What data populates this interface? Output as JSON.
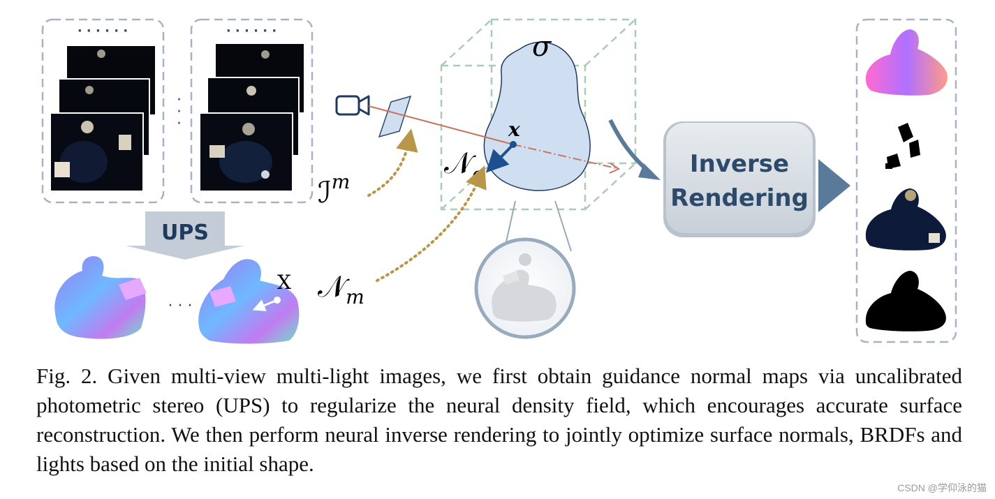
{
  "figure": {
    "ups_label": "UPS",
    "inverse_rendering_line1": "Inverse",
    "inverse_rendering_line2": "Rendering",
    "sigma": "σ",
    "x_point": "x",
    "n_sigma_base": "𝒩",
    "n_sigma_sub": "σ",
    "i_m_base": "ℐ",
    "i_m_sup": "m",
    "n_m_base": "𝒩",
    "n_m_sub": "m",
    "X_label": "X",
    "dots_top": "· · · · · ·",
    "dots_mid": "· · ·",
    "colors": {
      "dashed_box": "#a7b2c6",
      "cube": "#a8ccb8",
      "blob_fill": "#cfdff1",
      "ray": "#c8735e",
      "dotted_arrow": "#b8974a",
      "flow_arrow": "#5a7a99",
      "normal_arrow": "#1f4f8f",
      "ups_arrow": "#c4ccd8",
      "ir_box": "#d0d7df"
    }
  },
  "caption": "Fig. 2. Given multi-view multi-light images, we first obtain guidance normal maps via uncalibrated photometric stereo (UPS) to regularize the neural density field, which encourages accurate surface reconstruction. We then perform neural inverse rendering to jointly optimize surface normals, BRDFs and lights based on the initial shape.",
  "watermark": "CSDN @学仰泳的猫"
}
